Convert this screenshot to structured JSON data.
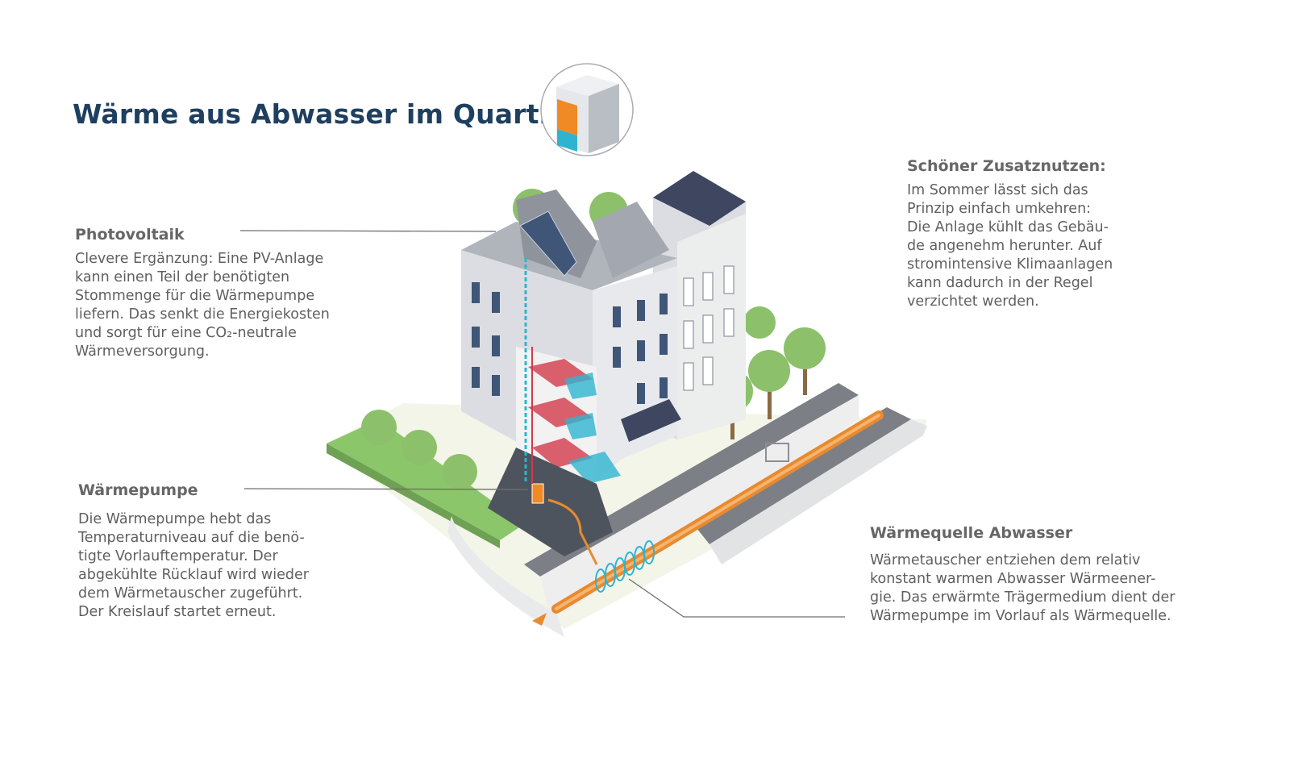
{
  "title": "Wärme aus Abwasser im Quartier",
  "colors": {
    "title": "#1e3f5f",
    "heating_red": "#d23a4a",
    "cooling_blue": "#2fb4cf",
    "pipe_orange": "#e88a2e",
    "grass": "#8bc66a",
    "building": "#dcdde2"
  },
  "icon": "heat-pump-unit-icon",
  "sections": {
    "photovoltaik": {
      "heading": "Photovoltaik",
      "body": "Clevere Ergänzung: Eine PV-Anlage\nkann einen Teil der benötigten\nStommenge für die Wärmepumpe\nliefern. Das senkt die Energiekosten\nund sorgt für eine CO₂-neutrale\nWärmeversorgung."
    },
    "waermepumpe": {
      "heading": "Wärmepumpe",
      "body": "Die Wärmepumpe hebt das\nTemperaturniveau auf die benö-\ntigte Vorlauftemperatur. Der\nabgekühlte Rücklauf wird wieder\ndem Wärmetauscher zugeführt.\nDer Kreislauf startet erneut."
    },
    "zusatznutzen": {
      "heading": "Schöner Zusatznutzen:",
      "body": "Im Sommer lässt sich das\nPrinzip einfach umkehren:\nDie Anlage kühlt das Gebäu-\nde angenehm herunter. Auf\nstromintensive Klimaanlagen\nkann dadurch in der Regel\nverzichtet werden."
    },
    "abwasser": {
      "heading": "Wärmequelle Abwasser",
      "body": "Wärmetauscher entziehen dem relativ\nkonstant warmen Abwasser Wärmeener-\ngie. Das erwärmte Trägermedium dient der\nWärmepumpe im Vorlauf als Wärmequelle."
    }
  }
}
